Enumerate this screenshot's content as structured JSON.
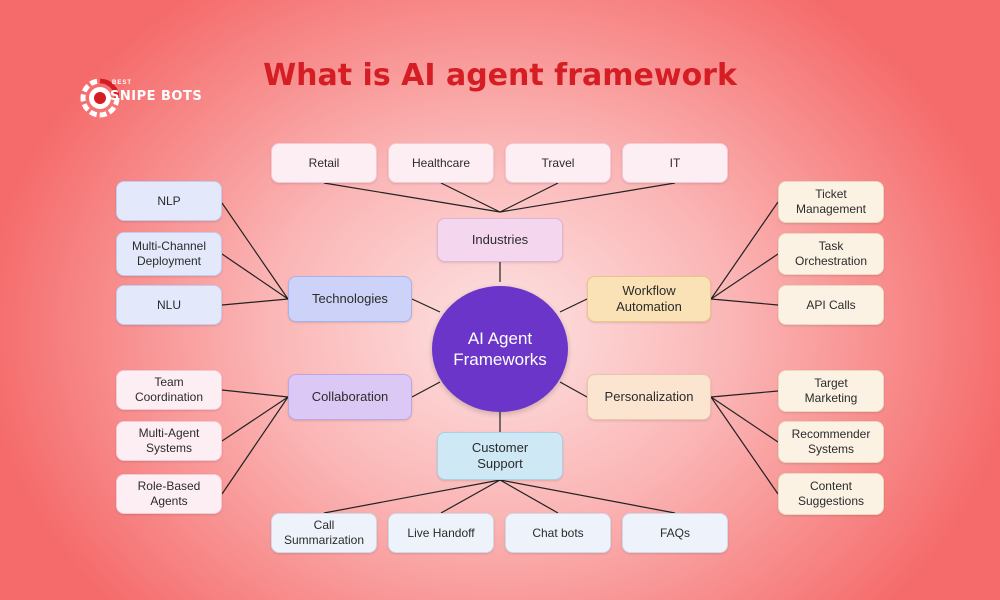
{
  "title": "What is AI agent framework",
  "logo": {
    "small_text": "BEST",
    "text": "SNIPE BOTS"
  },
  "center": {
    "label": "AI Agent\nFrameworks"
  },
  "hubs": {
    "industries": "Industries",
    "technologies": "Technologies",
    "collaboration": "Collaboration",
    "customer_support": "Customer\nSupport",
    "workflow": "Workflow\nAutomation",
    "personalization": "Personalization"
  },
  "industries_items": [
    "Retail",
    "Healthcare",
    "Travel",
    "IT"
  ],
  "technologies_items": [
    "NLP",
    "Multi-Channel\nDeployment",
    "NLU"
  ],
  "collaboration_items": [
    "Team\nCoordination",
    "Multi-Agent\nSystems",
    "Role-Based\nAgents"
  ],
  "support_items": [
    "Call\nSummarization",
    "Live Handoff",
    "Chat bots",
    "FAQs"
  ],
  "workflow_items": [
    "Ticket\nManagement",
    "Task\nOrchestration",
    "API Calls"
  ],
  "personalization_items": [
    "Target\nMarketing",
    "Recommender\nSystems",
    "Content\nSuggestions"
  ],
  "colors": {
    "title": "#d51d24",
    "center": "#6a35c8",
    "connector": "#222222"
  }
}
